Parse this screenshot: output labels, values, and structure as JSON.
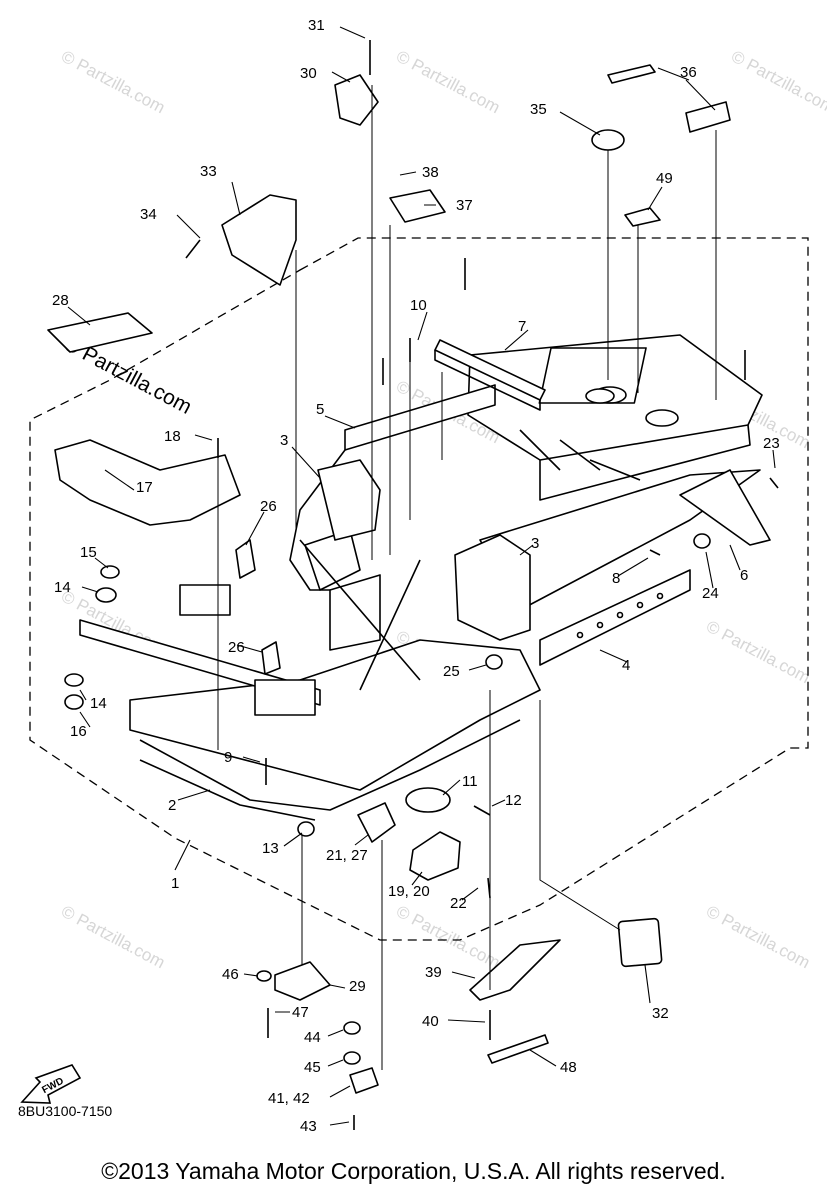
{
  "watermark": "© Partzilla.com",
  "diagram_code": "8BU3100-7150",
  "copyright": "©2013 Yamaha Motor Corporation, U.S.A. All rights reserved.",
  "fwd_label": "FWD",
  "callouts": {
    "c1": "1",
    "c2": "2",
    "c3a": "3",
    "c3b": "3",
    "c4": "4",
    "c5": "5",
    "c6": "6",
    "c7": "7",
    "c8": "8",
    "c9": "9",
    "c10": "10",
    "c11": "11",
    "c12": "12",
    "c13": "13",
    "c14a": "14",
    "c14b": "14",
    "c15": "15",
    "c16": "16",
    "c17": "17",
    "c18": "18",
    "c1920": "19, 20",
    "c2127": "21, 27",
    "c22": "22",
    "c23": "23",
    "c24": "24",
    "c25": "25",
    "c26a": "26",
    "c26b": "26",
    "c28": "28",
    "c29": "29",
    "c30": "30",
    "c31": "31",
    "c32": "32",
    "c33": "33",
    "c34": "34",
    "c35": "35",
    "c36": "36",
    "c37": "37",
    "c38": "38",
    "c39": "39",
    "c40": "40",
    "c4142": "41, 42",
    "c43": "43",
    "c44": "44",
    "c45": "45",
    "c46": "46",
    "c47": "47",
    "c48": "48",
    "c49": "49"
  }
}
